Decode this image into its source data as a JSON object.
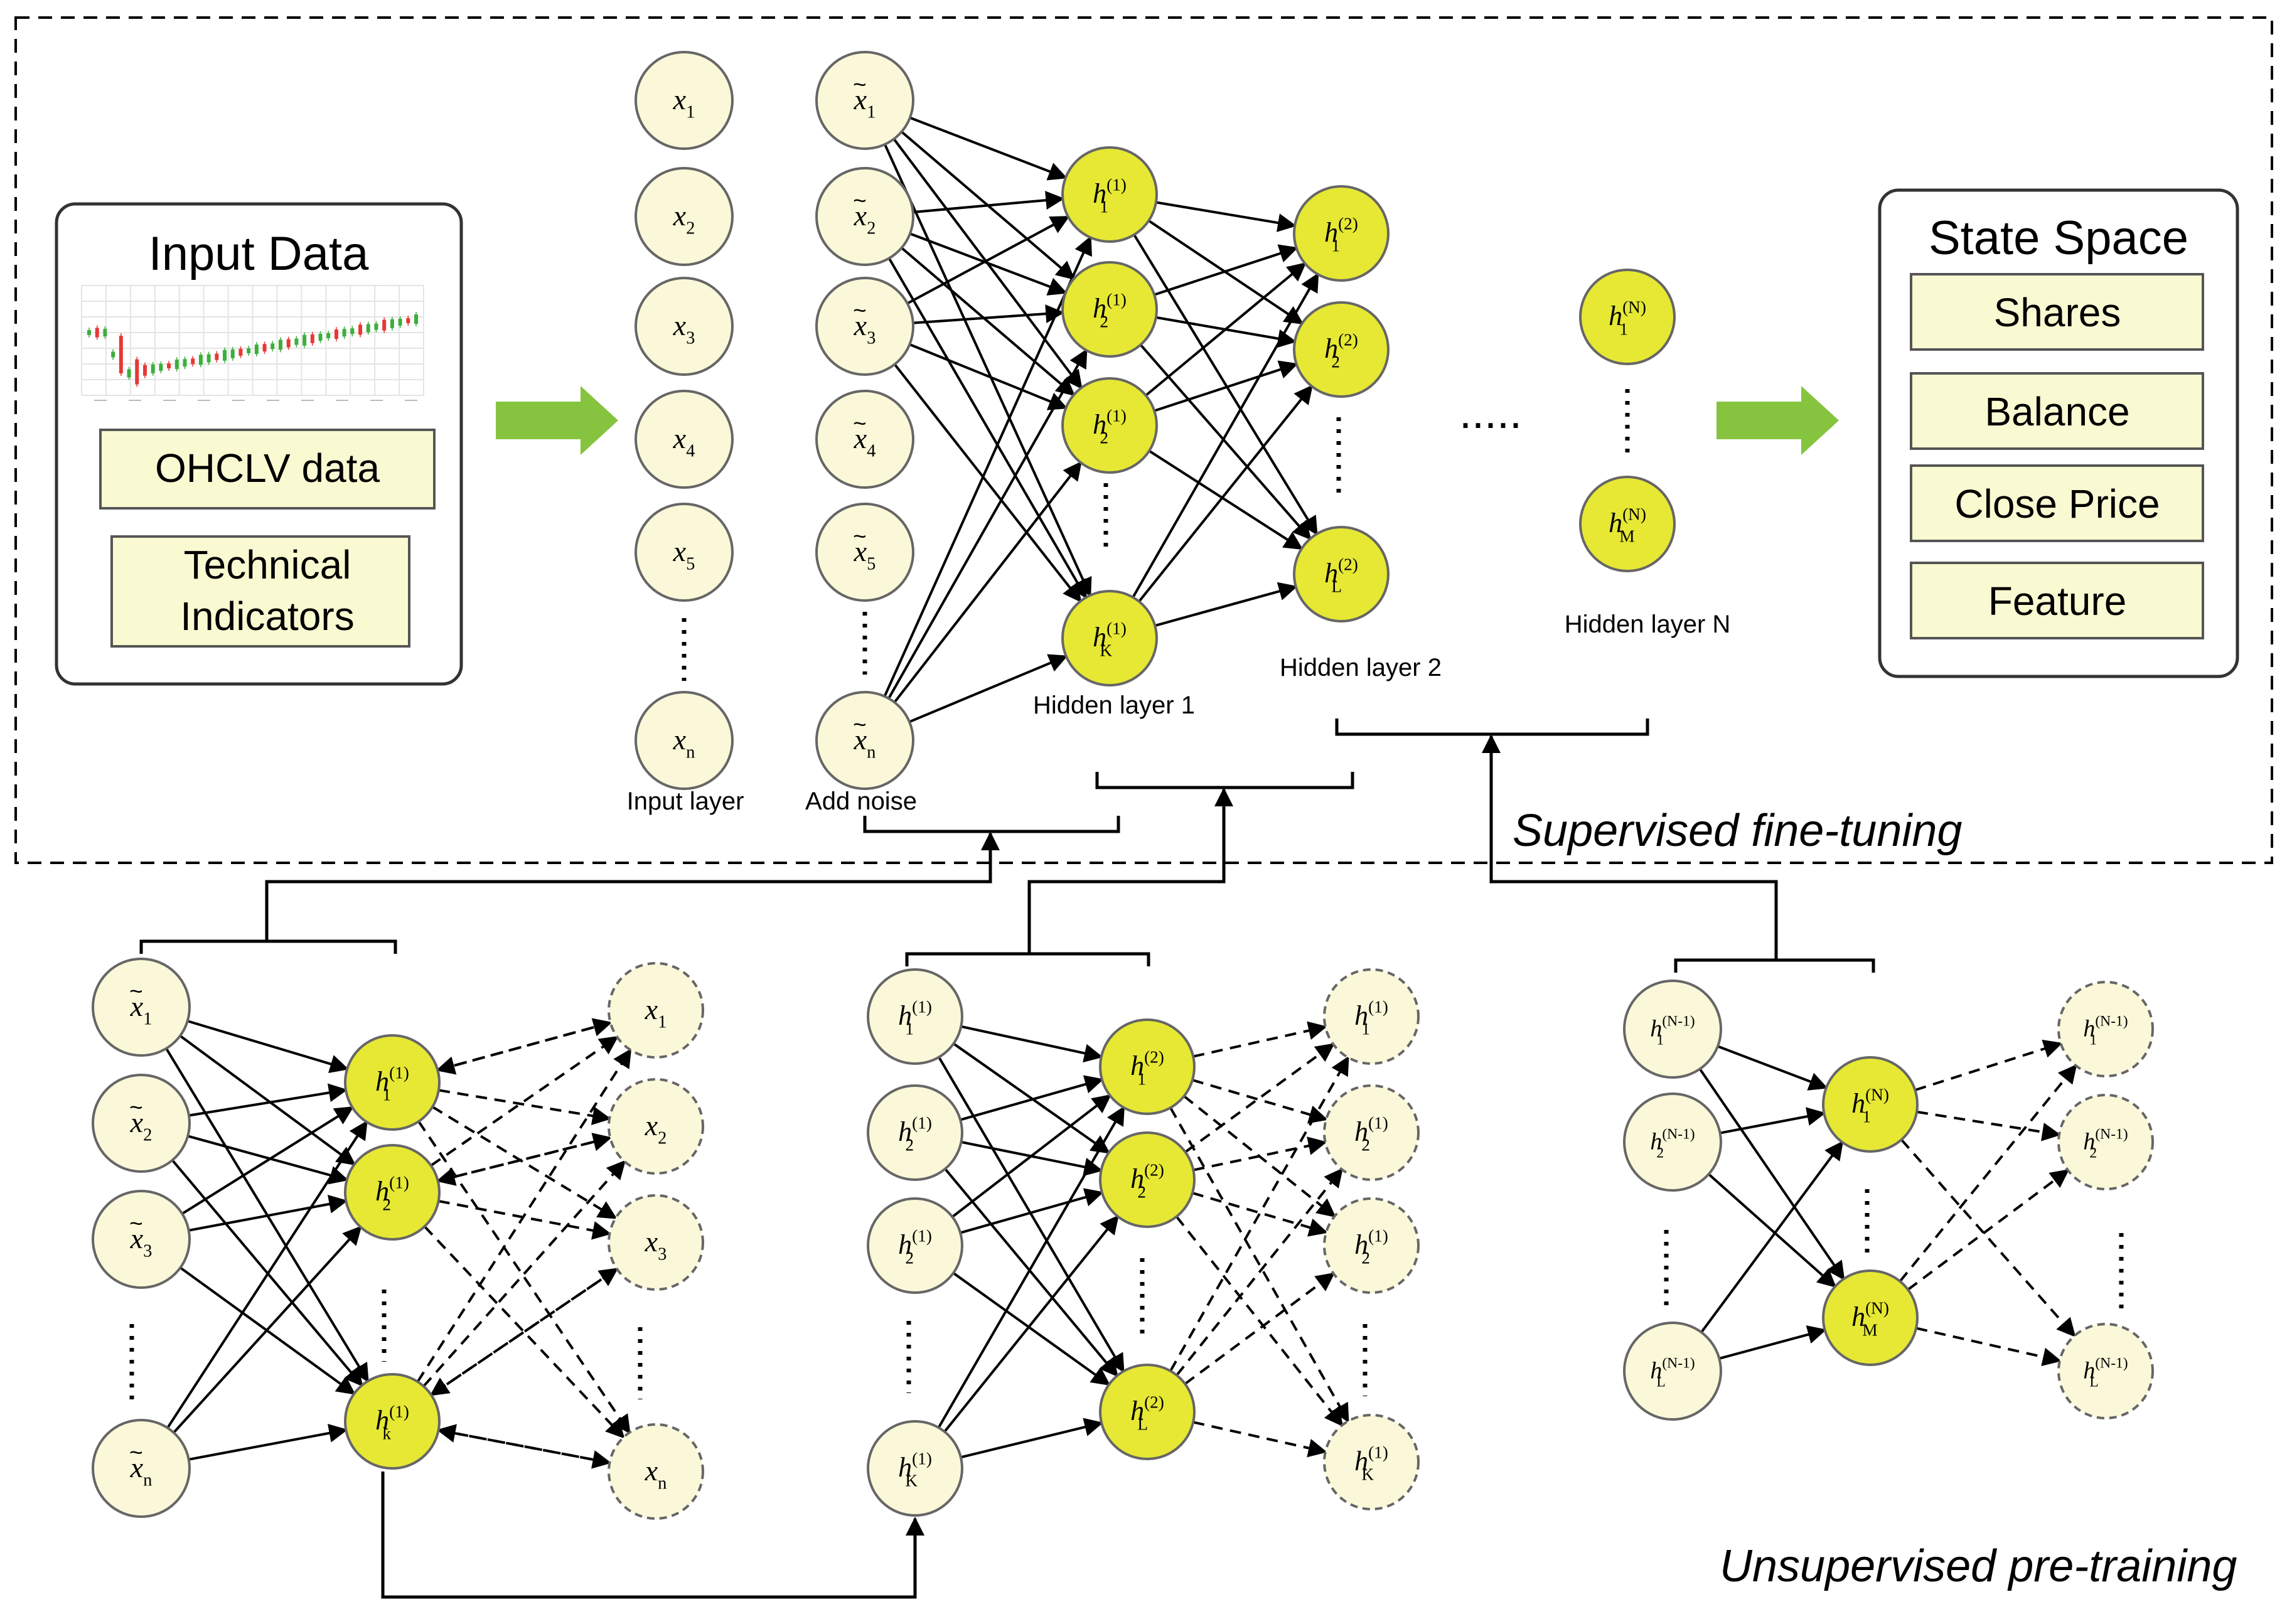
{
  "input_data": {
    "title": "Input Data",
    "items": [
      "OHCLV data",
      "Technical\nIndicators"
    ]
  },
  "state_space": {
    "title": "State Space",
    "items": [
      "Shares",
      "Balance",
      "Close Price",
      "Feature"
    ]
  },
  "top_network": {
    "input_layer": {
      "label": "Input layer",
      "nodes": [
        "x_1",
        "x_2",
        "x_3",
        "x_4",
        "x_5",
        "x_n"
      ]
    },
    "noise_layer": {
      "label": "Add noise",
      "nodes": [
        "x~_1",
        "x~_2",
        "x~_3",
        "x~_4",
        "x~_5",
        "x~_n"
      ]
    },
    "hidden_1": {
      "label": "Hidden layer 1",
      "nodes": [
        "h_1^(1)",
        "h_2^(1)",
        "h_2^(1)",
        "h_K^(1)"
      ]
    },
    "hidden_2": {
      "label": "Hidden layer 2",
      "nodes": [
        "h_1^(2)",
        "h_2^(2)",
        "h_L^(2)"
      ]
    },
    "hidden_n": {
      "label": "Hidden layer N",
      "nodes": [
        "h_1^(N)",
        "h_M^(N)"
      ]
    },
    "ellipsis": "....."
  },
  "bottom": {
    "ae1": {
      "inputs": [
        "x~_1",
        "x~_2",
        "x~_3",
        "x~_n"
      ],
      "hidden": [
        "h_1^(1)",
        "h_2^(1)",
        "h_k^(1)"
      ],
      "outputs": [
        "x_1",
        "x_2",
        "x_3",
        "x_n"
      ]
    },
    "ae2": {
      "inputs": [
        "h_1^(1)",
        "h_2^(1)",
        "h_2^(1)",
        "h_K^(1)"
      ],
      "hidden": [
        "h_1^(2)",
        "h_2^(2)",
        "h_L^(2)"
      ],
      "outputs": [
        "h_1^(1)",
        "h_2^(1)",
        "h_2^(1)",
        "h_K^(1)"
      ]
    },
    "ae3": {
      "inputs": [
        "h_1^(N-1)",
        "h_2^(N-1)",
        "h_L^(N-1)"
      ],
      "hidden": [
        "h_1^(N)",
        "h_M^(N)"
      ],
      "outputs": [
        "h_1^(N-1)",
        "h_2^(N-1)",
        "h_L^(N-1)"
      ]
    }
  },
  "labels": {
    "supervised": "Supervised fine-tuning",
    "unsupervised": "Unsupervised pre-training"
  },
  "colors": {
    "pale_node": "#fbf8d9",
    "hidden_node": "#e6e834",
    "box_fill": "#fafad2",
    "arrow_green": "#86c440",
    "candle_up": "#3cae3c",
    "candle_down": "#e53935"
  }
}
